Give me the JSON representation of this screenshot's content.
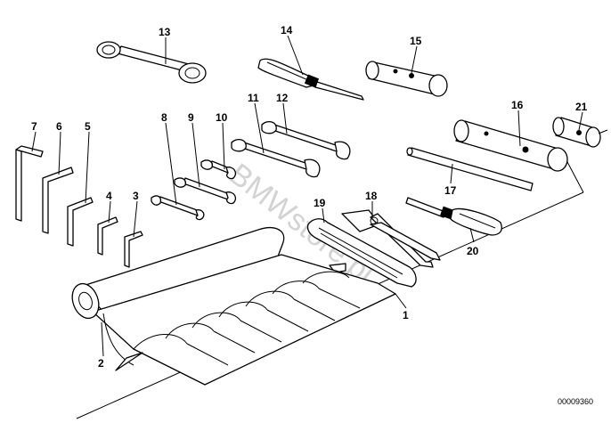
{
  "diagram": {
    "watermark": "BMWstore.pl",
    "part_number": "00009360",
    "callouts": [
      {
        "id": "c1",
        "label": "1"
      },
      {
        "id": "c2",
        "label": "2"
      },
      {
        "id": "c3",
        "label": "3"
      },
      {
        "id": "c4",
        "label": "4"
      },
      {
        "id": "c5",
        "label": "5"
      },
      {
        "id": "c6",
        "label": "6"
      },
      {
        "id": "c7",
        "label": "7"
      },
      {
        "id": "c8",
        "label": "8"
      },
      {
        "id": "c9",
        "label": "9"
      },
      {
        "id": "c10",
        "label": "10"
      },
      {
        "id": "c11",
        "label": "11"
      },
      {
        "id": "c12",
        "label": "12"
      },
      {
        "id": "c13",
        "label": "13"
      },
      {
        "id": "c14",
        "label": "14"
      },
      {
        "id": "c15",
        "label": "15"
      },
      {
        "id": "c16",
        "label": "16"
      },
      {
        "id": "c17",
        "label": "17"
      },
      {
        "id": "c18",
        "label": "18"
      },
      {
        "id": "c19",
        "label": "19"
      },
      {
        "id": "c20",
        "label": "20"
      },
      {
        "id": "c21",
        "label": "21"
      }
    ]
  }
}
